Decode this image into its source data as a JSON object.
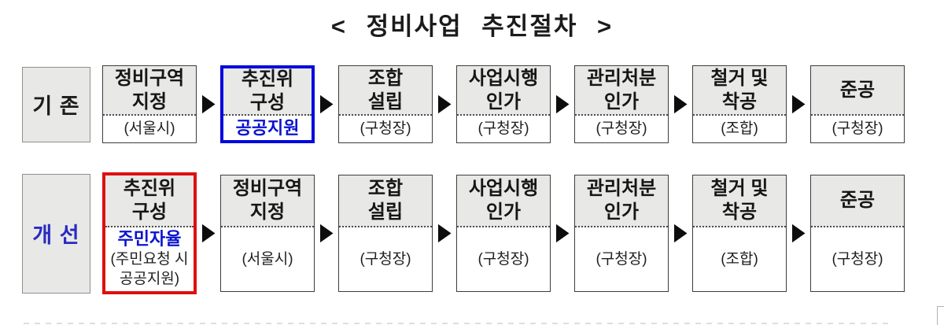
{
  "title": "< 정비사업 추진절차 >",
  "colors": {
    "box_fill": "#e8e8e7",
    "box_border": "#3d3d3d",
    "highlight_blue_border": "#0009dd",
    "highlight_red_border": "#dd1010",
    "accent_blue_text": "#0a12cf",
    "improved_label_blue": "#2a2ac0"
  },
  "icons": {
    "arrow": "right-triangle-black"
  },
  "rows": [
    {
      "id": "existing",
      "label": "기 존",
      "steps": [
        {
          "title": "정비구역\n지정",
          "subtitle": "(서울시)"
        },
        {
          "title": "추진위\n구성",
          "subtitle": "공공지원",
          "highlight": "blue"
        },
        {
          "title": "조합\n설립",
          "subtitle": "(구청장)"
        },
        {
          "title": "사업시행\n인가",
          "subtitle": "(구청장)"
        },
        {
          "title": "관리처분\n인가",
          "subtitle": "(구청장)"
        },
        {
          "title": "철거 및\n착공",
          "subtitle": "(조합)"
        },
        {
          "title": "준공",
          "subtitle": "(구청장)"
        }
      ]
    },
    {
      "id": "improved",
      "label": "개 선",
      "steps": [
        {
          "title": "추진위\n구성",
          "subtitle": "주민자율",
          "note": "(주민요청 시\n공공지원)",
          "highlight": "red"
        },
        {
          "title": "정비구역\n지정",
          "subtitle": "(서울시)"
        },
        {
          "title": "조합\n설립",
          "subtitle": "(구청장)"
        },
        {
          "title": "사업시행\n인가",
          "subtitle": "(구청장)"
        },
        {
          "title": "관리처분\n인가",
          "subtitle": "(구청장)"
        },
        {
          "title": "철거 및\n착공",
          "subtitle": "(조합)"
        },
        {
          "title": "준공",
          "subtitle": "(구청장)"
        }
      ]
    }
  ]
}
